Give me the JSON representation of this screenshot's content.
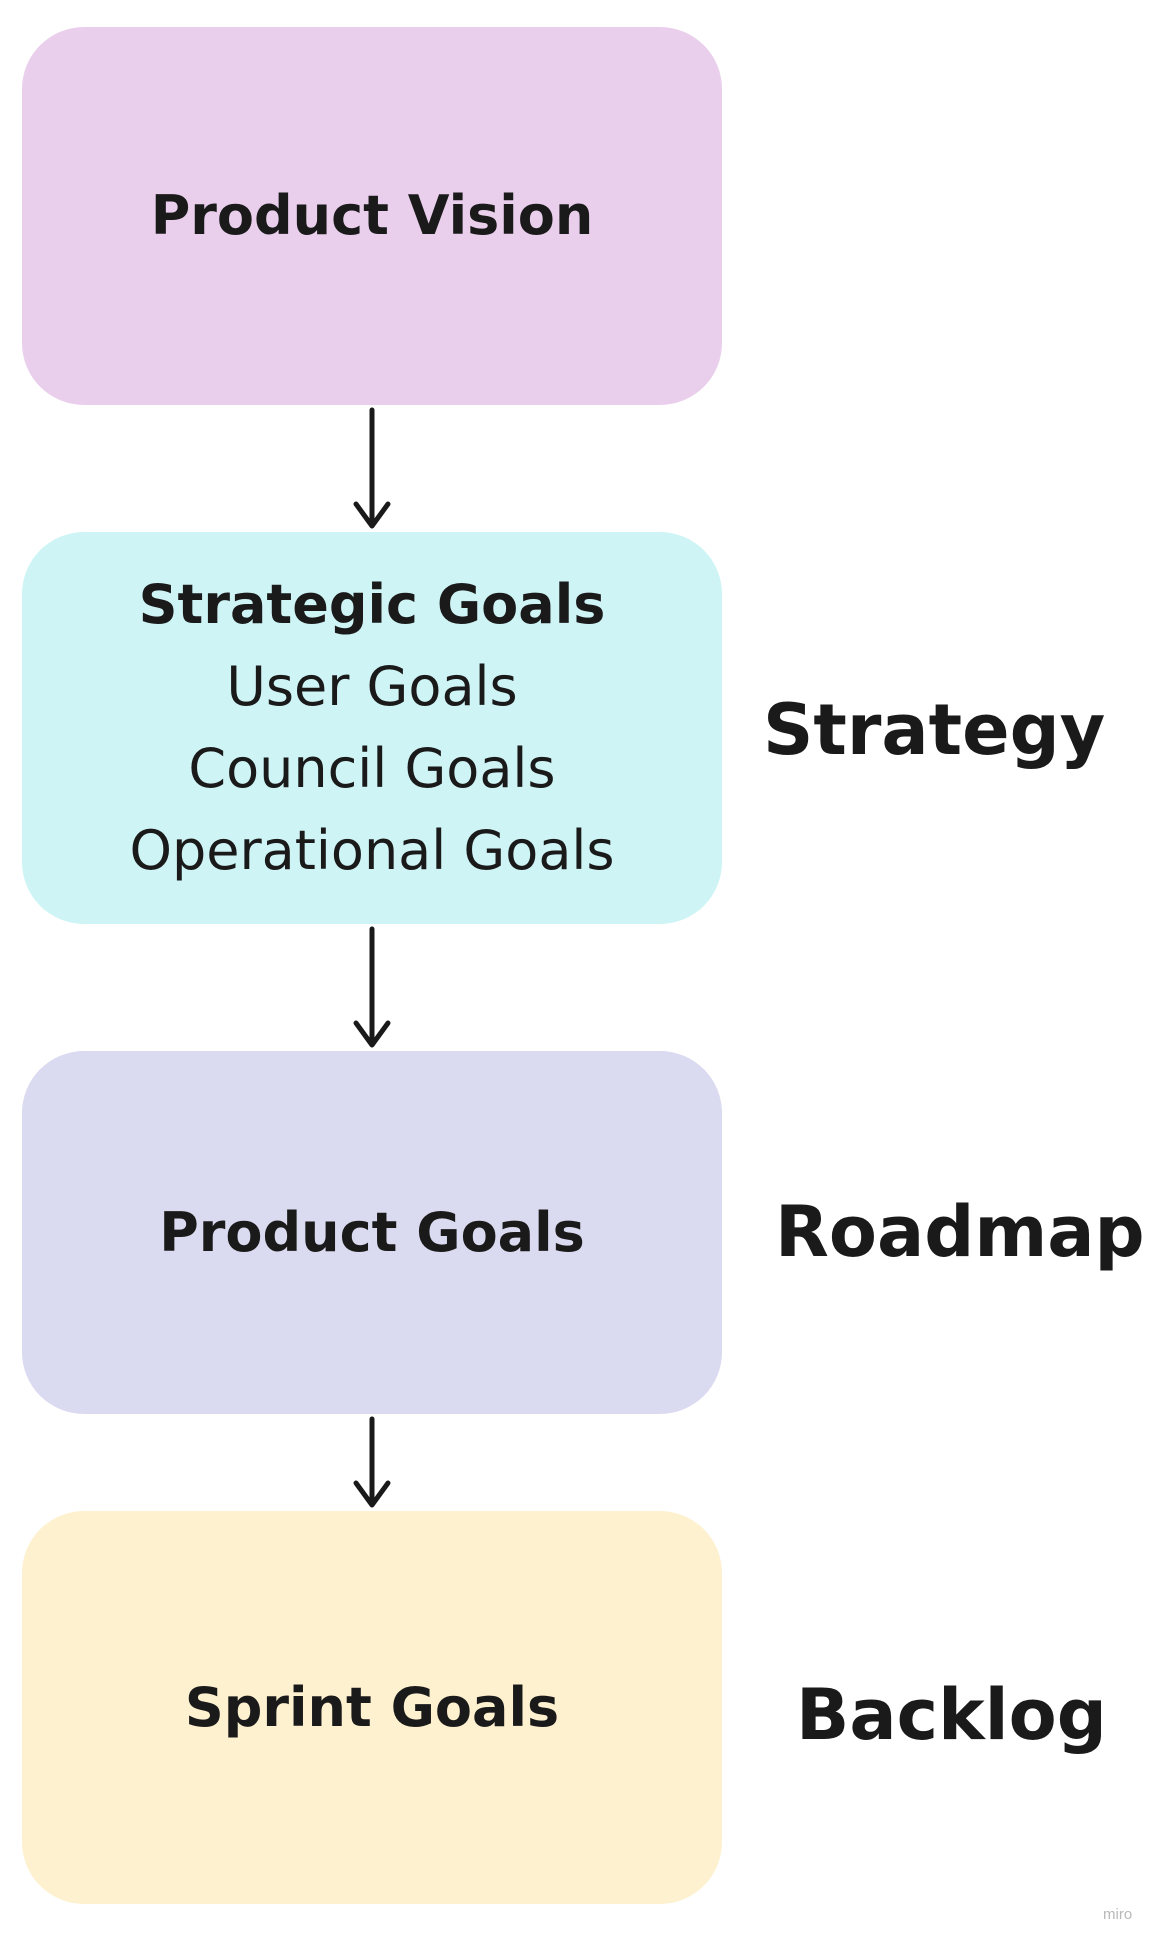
{
  "boxes": {
    "vision": {
      "title": "Product Vision",
      "color": "#eacfed"
    },
    "strategic": {
      "title": "Strategic Goals",
      "lines": [
        "User Goals",
        "Council Goals",
        "Operational Goals"
      ],
      "color": "#cff4f5"
    },
    "product": {
      "title": "Product Goals",
      "color": "#dadaf0"
    },
    "sprint": {
      "title": "Sprint Goals",
      "color": "#fdf1cf"
    }
  },
  "side_labels": {
    "strategy": "Strategy",
    "roadmap": "Roadmap",
    "backlog": "Backlog"
  },
  "arrows": [
    {
      "from": "Product Vision",
      "to": "Strategic Goals"
    },
    {
      "from": "Strategic Goals",
      "to": "Product Goals"
    },
    {
      "from": "Product Goals",
      "to": "Sprint Goals"
    }
  ],
  "watermark": "miro"
}
